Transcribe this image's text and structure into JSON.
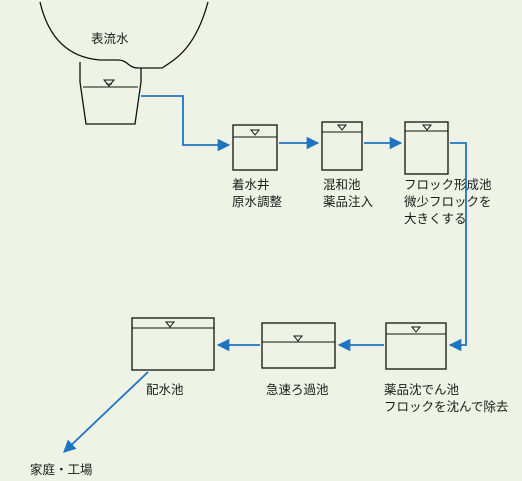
{
  "diagram": {
    "colors": {
      "background": "#eef3e6",
      "line": "#111111",
      "arrow": "#1f74c2"
    },
    "nodes": {
      "source": {
        "lines": [
          "表流水"
        ]
      },
      "intake_well": {
        "lines": [
          "着水井",
          "原水調整"
        ]
      },
      "mixing_basin": {
        "lines": [
          "混和池",
          "薬品注入"
        ]
      },
      "flocculation": {
        "lines": [
          "フロック形成池",
          "微少フロックを",
          "大きくする"
        ]
      },
      "sedimentation": {
        "lines": [
          "薬品沈でん池",
          "フロックを沈んで除去"
        ]
      },
      "rapid_filter": {
        "lines": [
          "急速ろ過池"
        ]
      },
      "reservoir": {
        "lines": [
          "配水池"
        ]
      },
      "destination": {
        "lines": [
          "家庭・工場"
        ]
      }
    }
  }
}
